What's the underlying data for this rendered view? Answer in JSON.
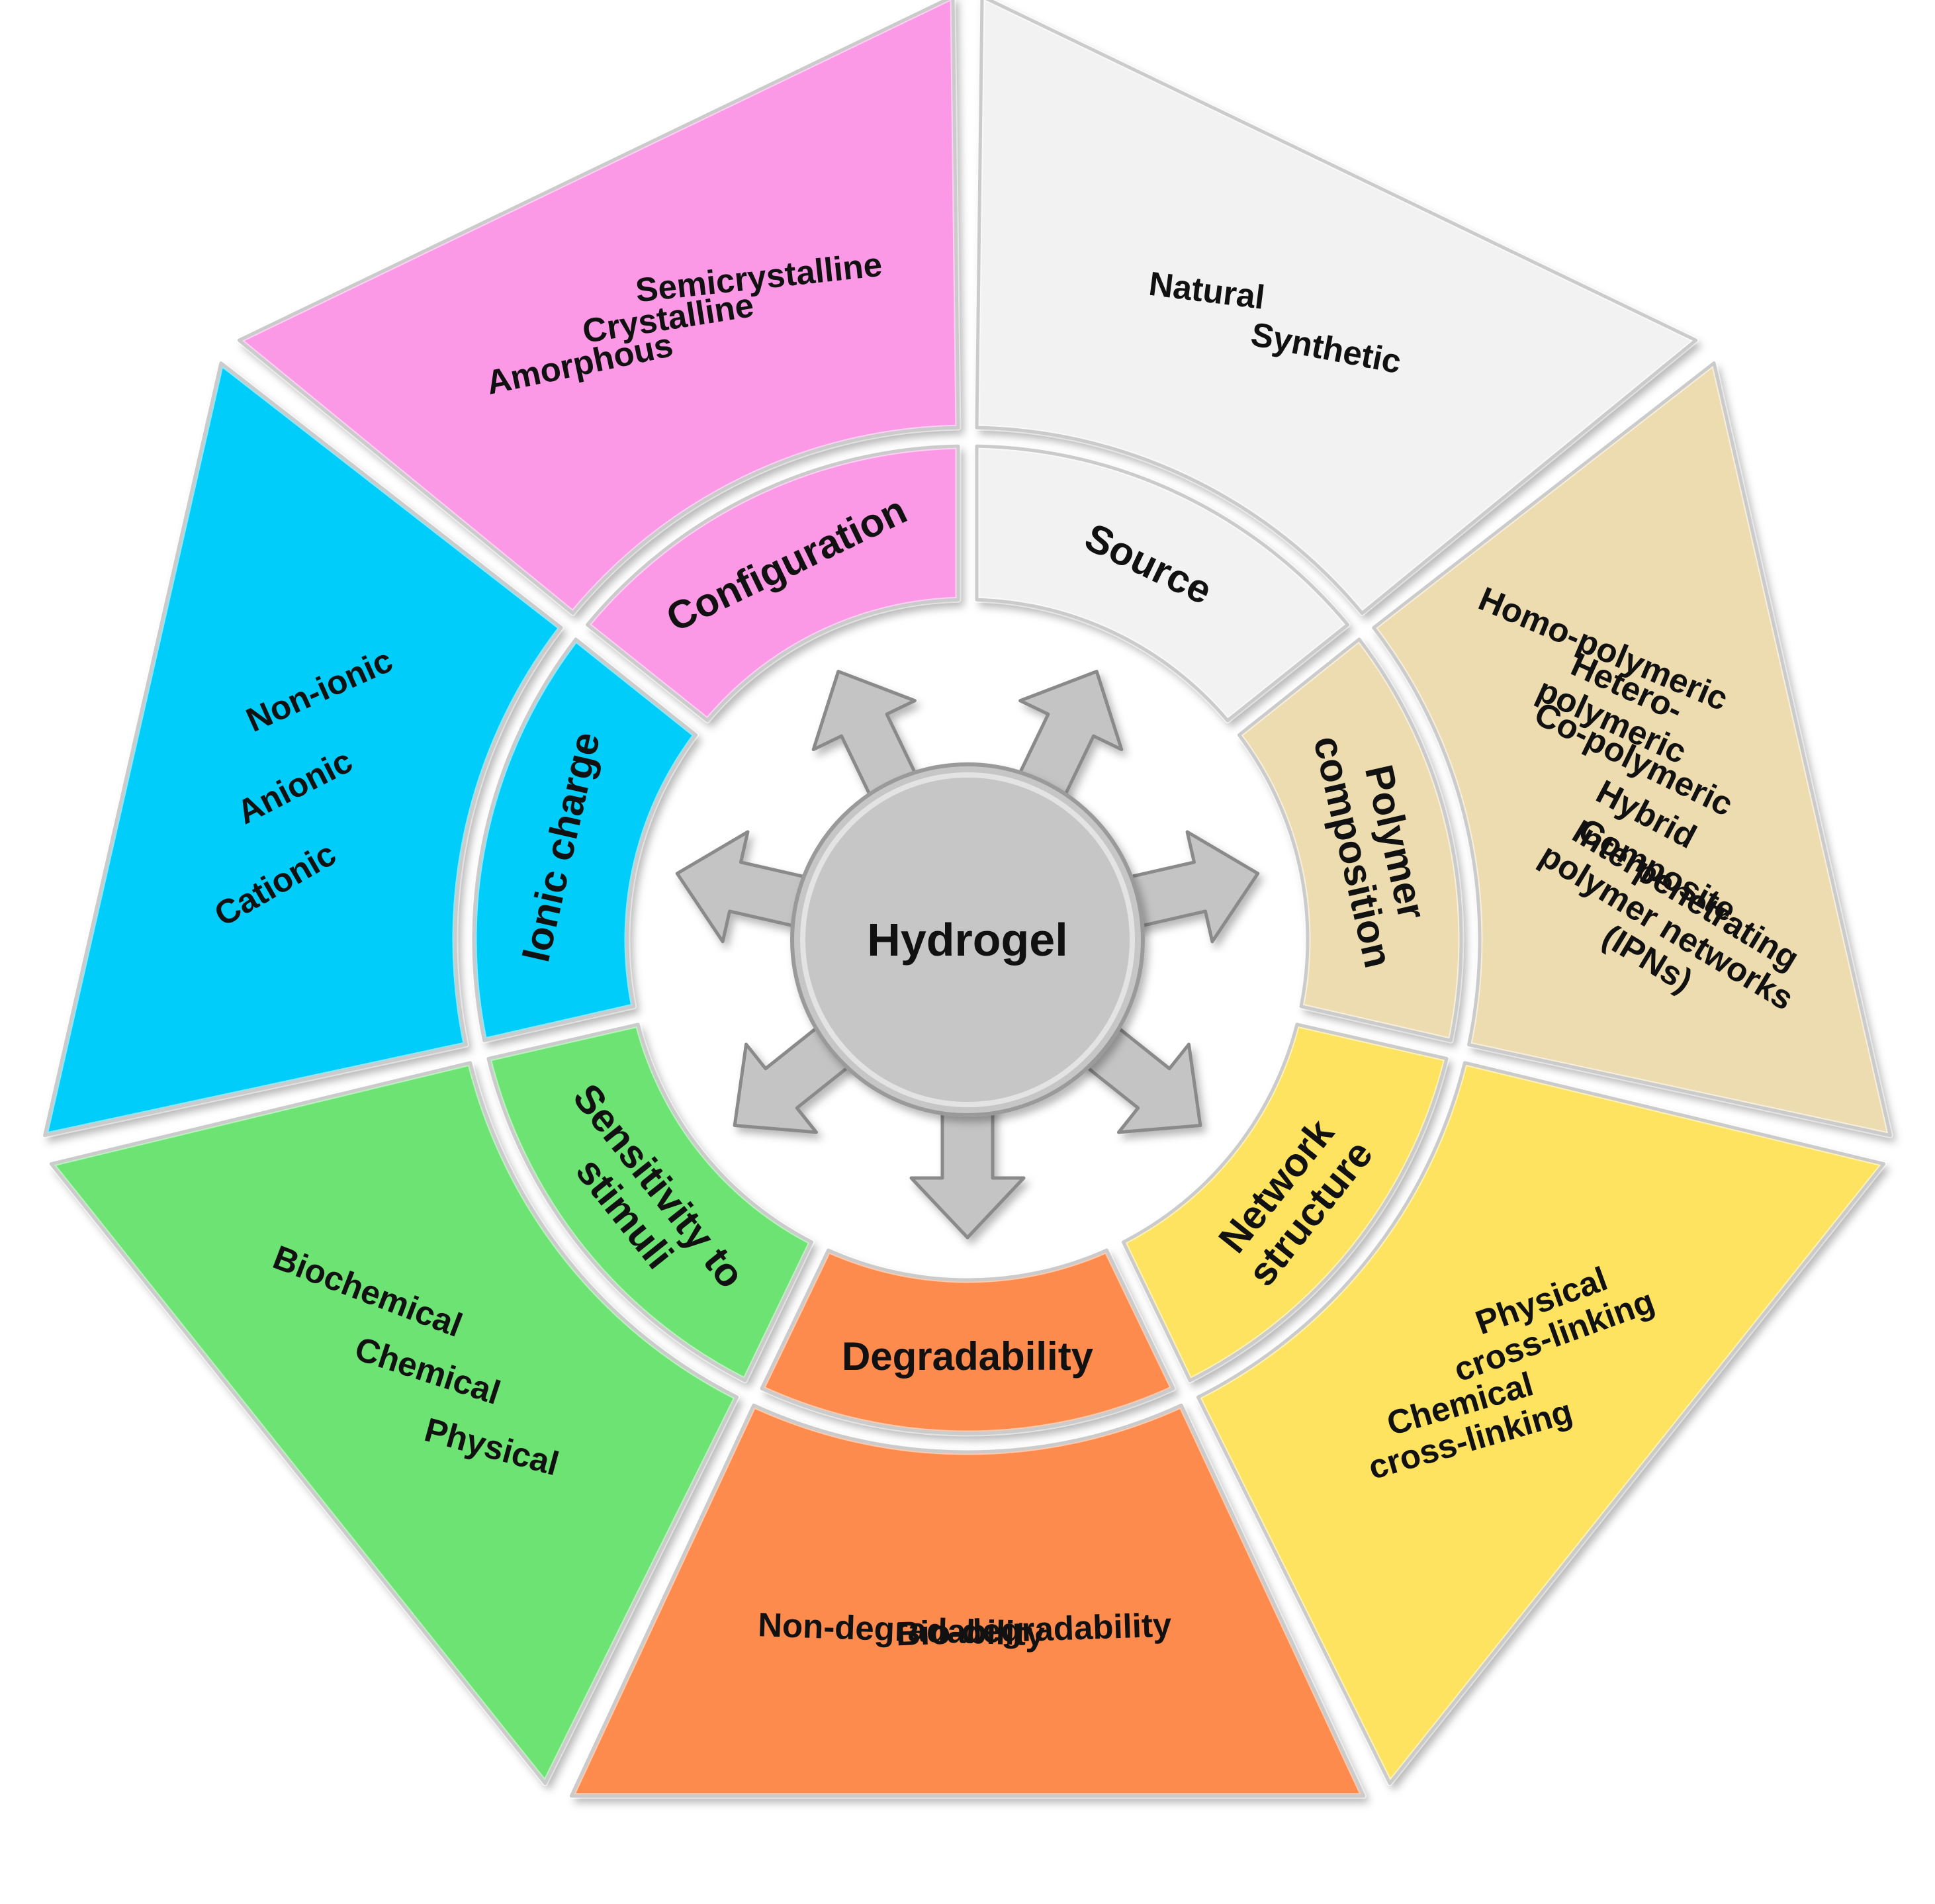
{
  "center": {
    "title": "Hydrogel",
    "arrow_count": 7
  },
  "categories": [
    {
      "id": "source",
      "label": "Source",
      "color": "#f2f2f2",
      "items": [
        "Natural",
        "Synthetic"
      ]
    },
    {
      "id": "polymer-composition",
      "label": "Polymer composition",
      "label_lines": [
        "Polymer",
        "composition"
      ],
      "color": "#eddcb0",
      "items": [
        "Homo-polymeric",
        "Hetero-polymeric",
        "Co-polymeric",
        "Hybrid",
        "Composite",
        "Interpenetrating polymer networks (IPNs)"
      ],
      "item_lines": [
        [
          "Homo-polymeric"
        ],
        [
          "Hetero-",
          "polymeric"
        ],
        [
          "Co-polymeric"
        ],
        [
          "Hybrid"
        ],
        [
          "Composite"
        ],
        [
          "Interpenetrating",
          "polymer networks",
          "(IPNs)"
        ]
      ]
    },
    {
      "id": "network-structure",
      "label": "Network structure",
      "label_lines": [
        "Network",
        "structure"
      ],
      "color": "#fde35f",
      "items": [
        "Physical cross-linking",
        "Chemical cross-linking"
      ],
      "item_lines": [
        [
          "Physical",
          "cross-linking"
        ],
        [
          "Chemical",
          "cross-linking"
        ]
      ]
    },
    {
      "id": "degradability",
      "label": "Degradability",
      "color": "#fd8b4e",
      "items": [
        "Bio-degradability",
        "Non-degradability"
      ]
    },
    {
      "id": "sensitivity-to-stimuli",
      "label": "Sensitivity to stimuli",
      "label_lines": [
        "Sensitivity to",
        "stimuli"
      ],
      "color": "#6ce373",
      "items": [
        "Physical",
        "Chemical",
        "Biochemical"
      ]
    },
    {
      "id": "ionic-charge",
      "label": "Ionic charge",
      "color": "#00cdfa",
      "items": [
        "Cationic",
        "Anionic",
        "Non-ionic"
      ]
    },
    {
      "id": "configuration",
      "label": "Configuration",
      "color": "#fb99e6",
      "items": [
        "Amorphous",
        "Crystalline",
        "Semicrystalline"
      ]
    }
  ]
}
